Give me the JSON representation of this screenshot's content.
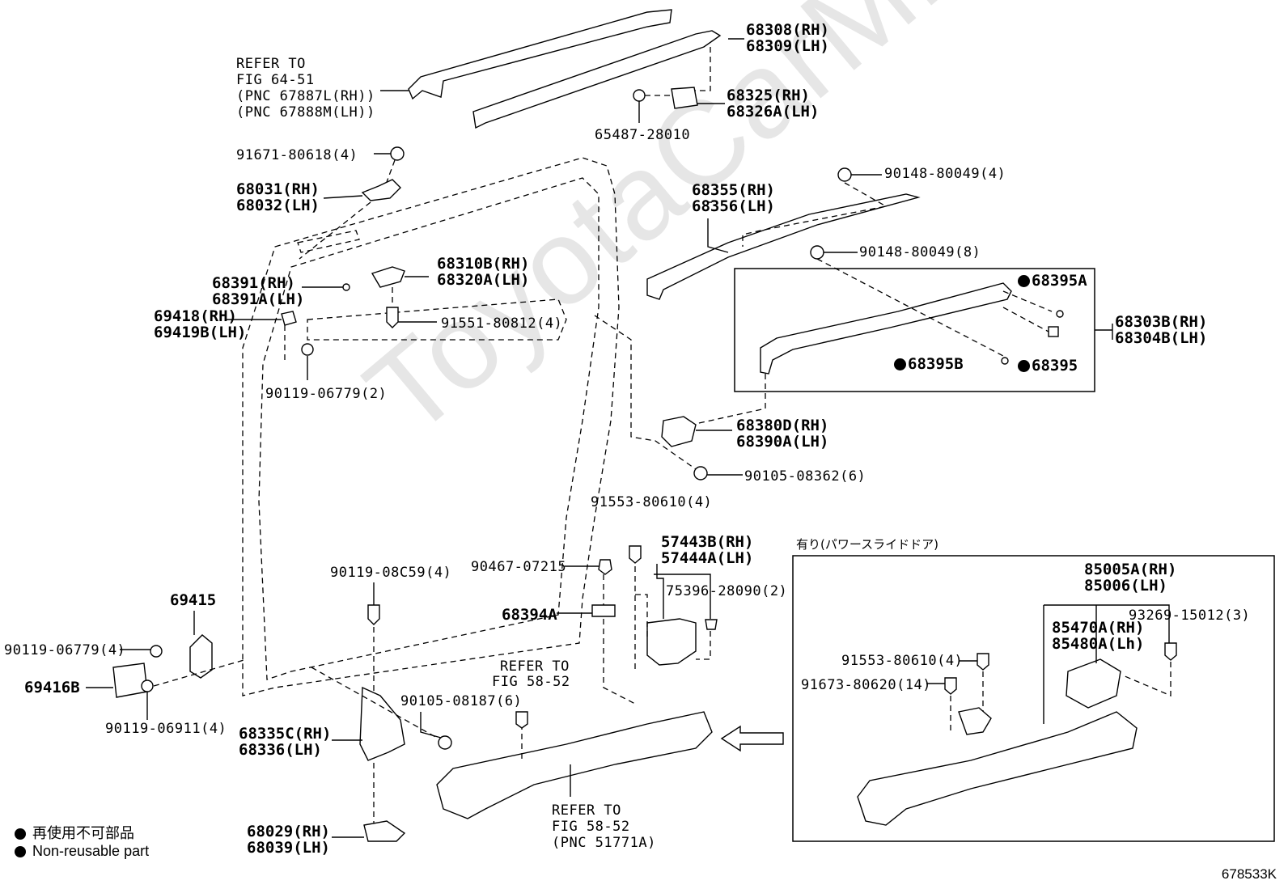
{
  "watermark": "ToyotaCarMine.ru",
  "refs": {
    "ref1_l1": "REFER TO",
    "ref1_l2": "FIG 64-51",
    "ref1_l3": "(PNC 67887L(RH))",
    "ref1_l4": "(PNC 67888M(LH))",
    "ref2_l1": "REFER TO",
    "ref2_l2": "FIG 58-52",
    "ref3_l1": "REFER TO",
    "ref3_l2": "FIG 58-52",
    "ref3_l3": "(PNC 51771A)"
  },
  "labels": {
    "p68308": "68308(RH)",
    "p68309": "68309(LH)",
    "p68325": "68325(RH)",
    "p68326a": "68326A(LH)",
    "p65487": "65487-28010",
    "p91671": "91671-80618(4)",
    "p68031": "68031(RH)",
    "p68032": "68032(LH)",
    "p90148a": "90148-80049(4)",
    "p68355": "68355(RH)",
    "p68356": "68356(LH)",
    "p90148b": "90148-80049(8)",
    "p68391": "68391(RH)",
    "p68391a": "68391A(LH)",
    "p68310b": "68310B(RH)",
    "p68320a": "68320A(LH)",
    "p69418": "69418(RH)",
    "p69419b": "69419B(LH)",
    "p91551": "91551-80812(4)",
    "p90119a": "90119-06779(2)",
    "p68395a": "68395A",
    "p68303b": "68303B(RH)",
    "p68304b": "68304B(LH)",
    "p68395b": "68395B",
    "p68395": "68395",
    "p68380d": "68380D(RH)",
    "p68390a": "68390A(LH)",
    "p90105a": "90105-08362(6)",
    "p91553a": "91553-80610(4)",
    "p57443b": "57443B(RH)",
    "p57444a": "57444A(LH)",
    "p90467": "90467-07215",
    "p75396": "75396-28090(2)",
    "p68394a": "68394A",
    "p90119b": "90119-08C59(4)",
    "p69415": "69415",
    "p90119c": "90119-06779(4)",
    "p69416b": "69416B",
    "p90119d": "90119-06911(4)",
    "p90105b": "90105-08187(6)",
    "p68335c": "68335C(RH)",
    "p68336": "68336(LH)",
    "p68029": "68029(RH)",
    "p68039": "68039(LH)",
    "p85005a": "85005A(RH)",
    "p85006": "85006(LH)",
    "p93269": "93269-15012(3)",
    "p85470a": "85470A(RH)",
    "p85480a": "85480A(Lh)",
    "p91553b": "91553-80610(4)",
    "p91673": "91673-80620(14)"
  },
  "inset_title": "有り(パワースライドドア)",
  "legend": {
    "jp": "再使用不可部品",
    "en": "Non-reusable part"
  },
  "diagram_code": "678533K"
}
